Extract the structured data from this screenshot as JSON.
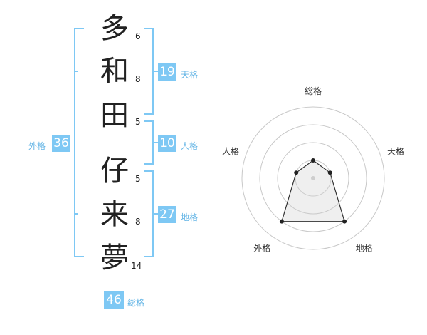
{
  "name_chars": [
    {
      "char": "多",
      "strokes": "6"
    },
    {
      "char": "和",
      "strokes": "8"
    },
    {
      "char": "田",
      "strokes": "5"
    },
    {
      "char": "仔",
      "strokes": "5"
    },
    {
      "char": "来",
      "strokes": "8"
    },
    {
      "char": "夢",
      "strokes": "14"
    }
  ],
  "fortunes": {
    "tenkaku": {
      "label": "天格",
      "value": "19"
    },
    "jinkaku": {
      "label": "人格",
      "value": "10"
    },
    "chikaku": {
      "label": "地格",
      "value": "27"
    },
    "gaikaku": {
      "label": "外格",
      "value": "36"
    },
    "soukaku": {
      "label": "総格",
      "value": "46"
    }
  },
  "colors": {
    "accent": "#7ec8f4",
    "accent_text": "#66b6e6",
    "bracket": "#7ec8f4"
  },
  "chart_data": {
    "type": "radar",
    "axes": [
      "総格",
      "天格",
      "地格",
      "外格",
      "人格"
    ],
    "rings": 4,
    "values": [
      1,
      1,
      3,
      3,
      1
    ],
    "max": 4
  }
}
